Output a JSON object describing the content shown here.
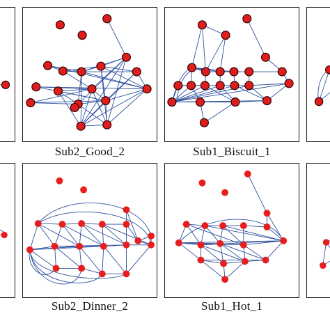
{
  "colors": {
    "edge": "#2b4f9e",
    "node_dark": "#e01d1d",
    "node_flat": "#e81e1e",
    "border": "#1a1a1a"
  },
  "panels": [
    {
      "id": "row1-col1-partial",
      "caption": "",
      "style": "dark"
    },
    {
      "id": "row1-col2",
      "caption": "Sub2_Good_2",
      "style": "dark"
    },
    {
      "id": "row1-col3",
      "caption": "Sub1_Biscuit_1",
      "style": "dark"
    },
    {
      "id": "row1-col4-partial",
      "caption": "",
      "style": "dark"
    },
    {
      "id": "row2-col1-partial",
      "caption": "",
      "style": "flat"
    },
    {
      "id": "row2-col2",
      "caption": "Sub2_Dinner_2",
      "style": "flat"
    },
    {
      "id": "row2-col3",
      "caption": "Sub1_Hot_1",
      "style": "flat"
    },
    {
      "id": "row2-col4-partial",
      "caption": "",
      "style": "flat"
    }
  ]
}
